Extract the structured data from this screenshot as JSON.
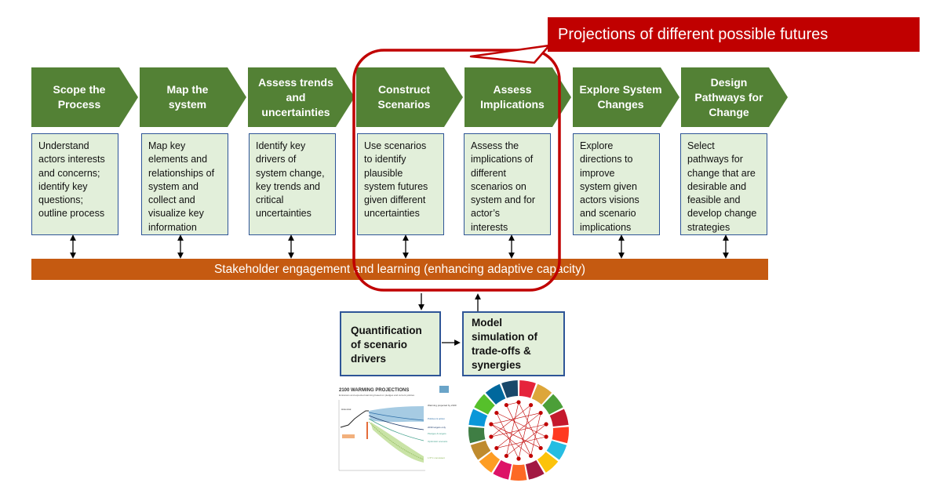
{
  "callout": {
    "text": "Projections of different possible futures"
  },
  "steps": [
    {
      "title": "Scope the\nProcess",
      "description": "Understand\nactors interests\nand concerns;\nidentify key\nquestions;\noutline process"
    },
    {
      "title": "Map the\nsystem",
      "description": "Map key\nelements and\nrelationships of\nsystem and\ncollect and\nvisualize key\ninformation"
    },
    {
      "title": "Assess trends\nand\nuncertainties",
      "description": "Identify key\ndrivers of\nsystem change,\nkey trends and\ncritical\nuncertainties"
    },
    {
      "title": "Construct\nScenarios",
      "description": "Use scenarios\nto identify\nplausible\nsystem futures\ngiven different\nuncertainties"
    },
    {
      "title": "Assess\nImplications",
      "description": "Assess the\nimplications of\ndifferent\nscenarios on\nsystem and for\nactor’s\ninterests"
    },
    {
      "title": "Explore System\nChanges",
      "description": "Explore\ndirections to\nimprove\nsystem given\nactors visions\nand scenario\nimplications"
    },
    {
      "title": "Design\nPathways for\nChange",
      "description": "Select\npathways for\nchange that are\ndesirable and\nfeasible and\ndevelop change\nstrategies"
    }
  ],
  "engagement_bar": {
    "text": "Stakeholder engagement and learning (enhancing adaptive capacity)"
  },
  "quantification_box": {
    "text": "Quantification\nof scenario\ndrivers"
  },
  "model_box": {
    "text": "Model\nsimulation of\ntrade-offs &\nsynergies"
  },
  "warming_chart": {
    "title": "2100 WARMING PROJECTIONS",
    "subtitle": "Emissions and expected warming based on pledges and current policies",
    "side_labels": [
      "Warming projected by 2100",
      "Policies & action",
      "2030 targets only",
      "Pledges & targets",
      "Optimistic scenario",
      "1.5°C consistent",
      "Historical"
    ]
  },
  "colors": {
    "chevron": "#538135",
    "box_fill": "#e2efda",
    "box_border": "#2e5597",
    "bar": "#c55a11",
    "callout": "#c00000",
    "highlight": "#c00000"
  }
}
